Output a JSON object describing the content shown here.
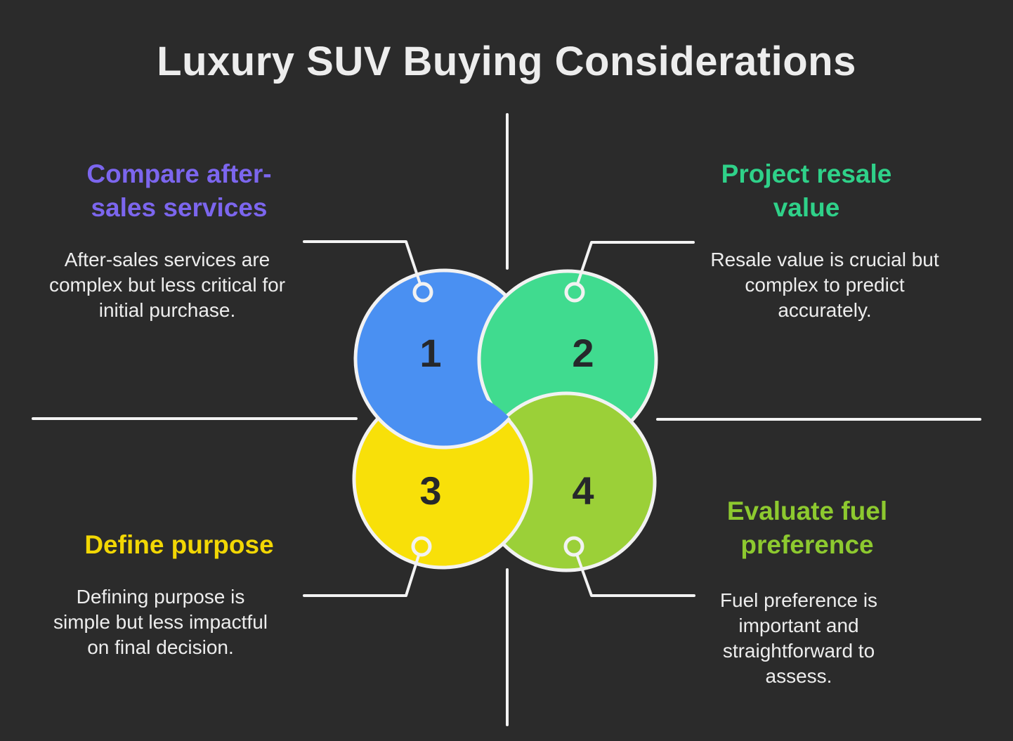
{
  "title": "Luxury SUV Buying Considerations",
  "colors": {
    "background": "#2B2B2B",
    "line": "#F3F3F3",
    "number": "#26282B",
    "body_text": "#EDEDED",
    "title_text": "#EDEDED"
  },
  "circles": [
    {
      "number": "1",
      "color": "#4A90F2"
    },
    {
      "number": "2",
      "color": "#40DB8F"
    },
    {
      "number": "3",
      "color": "#F8E009"
    },
    {
      "number": "4",
      "color": "#9BD038"
    }
  ],
  "quadrants": [
    {
      "position": "top-left",
      "heading": "Compare after-sales services",
      "heading_color": "#7C66EE",
      "description": "After-sales services are complex but less critical for initial purchase."
    },
    {
      "position": "top-right",
      "heading": "Project resale value",
      "heading_color": "#2FD189",
      "description": "Resale value is crucial but complex to predict accurately."
    },
    {
      "position": "bottom-left",
      "heading": "Define purpose",
      "heading_color": "#F2D704",
      "description": "Defining purpose is simple but less impactful on final decision."
    },
    {
      "position": "bottom-right",
      "heading": "Evaluate fuel preference",
      "heading_color": "#8DC92F",
      "description": "Fuel preference is important and straightforward to assess."
    }
  ]
}
